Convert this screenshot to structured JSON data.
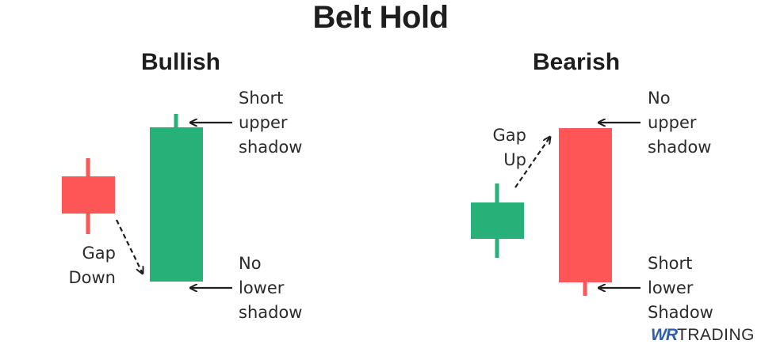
{
  "title": "Belt Hold",
  "bullish": {
    "heading": "Bullish",
    "gap_label": "Gap\nDown",
    "top_label": "Short\nupper\nshadow",
    "bottom_label": "No\nlower\nshadow"
  },
  "bearish": {
    "heading": "Bearish",
    "gap_label": "Gap\nUp",
    "top_label": "No\nupper\nshadow",
    "bottom_label": "Short\nlower\nShadow"
  },
  "colors": {
    "bull": "#27b077",
    "bear": "#fe5656",
    "arrow": "#1e1e1e"
  },
  "logo": {
    "mark": "WR",
    "text": "TRADING"
  }
}
